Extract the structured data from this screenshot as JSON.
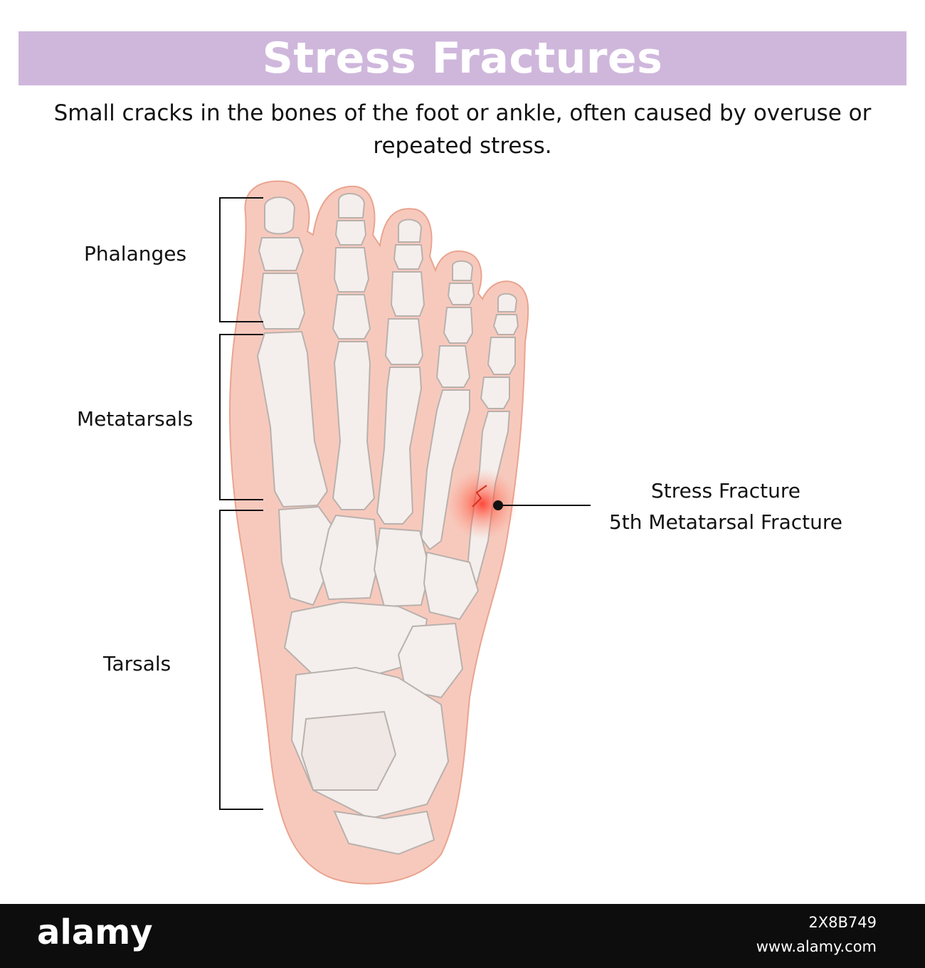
{
  "title": "Stress Fractures",
  "subtitle": "Small cracks in the bones of the foot or ankle, often caused by overuse or repeated stress.",
  "regions": {
    "phalanges": "Phalanges",
    "metatarsals": "Metatarsals",
    "tarsals": "Tarsals"
  },
  "callout": {
    "line1": "Stress Fracture",
    "line2": "5th Metatarsal Fracture"
  },
  "footer": {
    "logo": "alamy",
    "image_id": "2X8B749",
    "url": "www.alamy.com"
  },
  "colors": {
    "banner": "#cfb7dc",
    "skin": "#f7c9bd",
    "bone": "#f4efec",
    "fracture": "#ff3b2a"
  }
}
